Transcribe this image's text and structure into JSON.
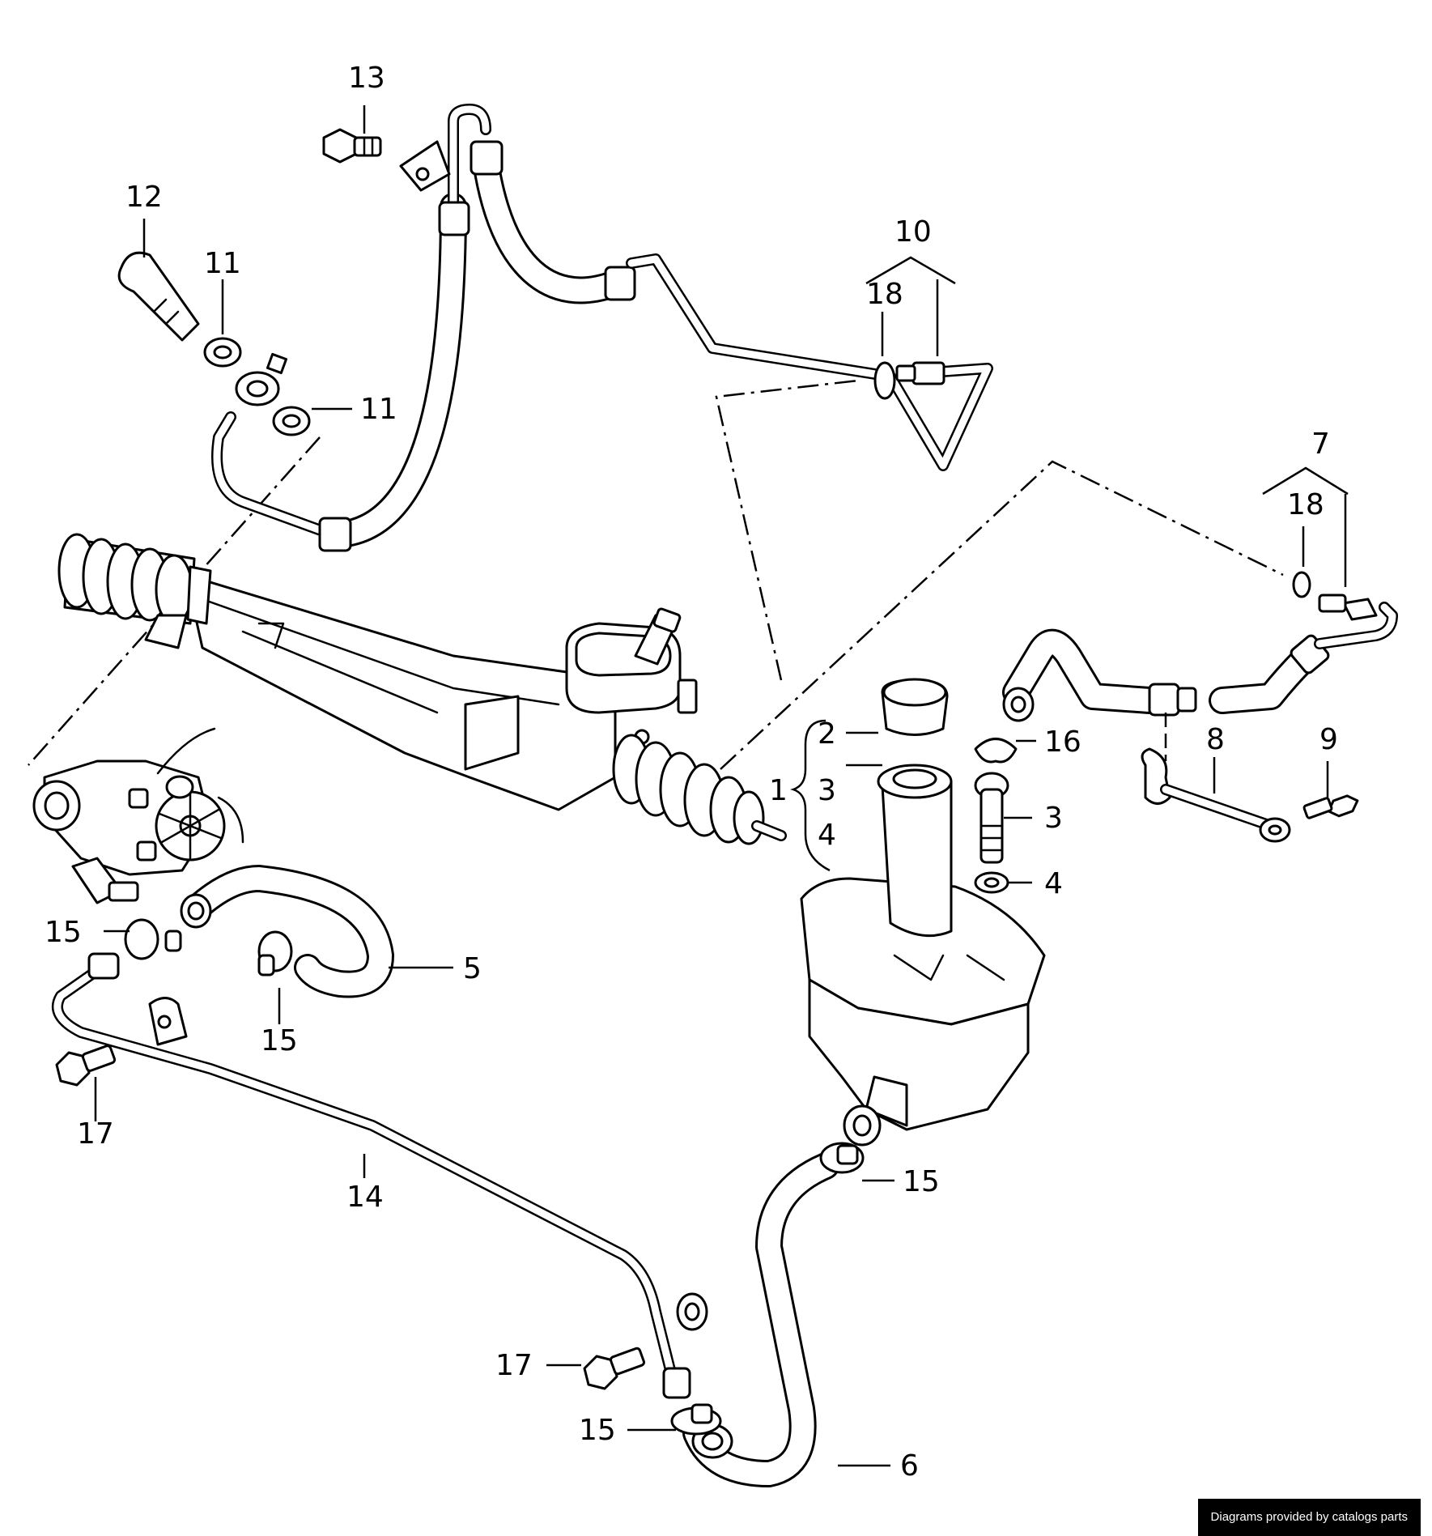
{
  "callouts": {
    "c1": "1",
    "c2": "2",
    "c3a": "3",
    "c3b": "3",
    "c4a": "4",
    "c4b": "4",
    "c5": "5",
    "c6": "6",
    "c7": "7",
    "c8": "8",
    "c9": "9",
    "c10": "10",
    "c11a": "11",
    "c11b": "11",
    "c12": "12",
    "c13": "13",
    "c14": "14",
    "c15a": "15",
    "c15b": "15",
    "c15c": "15",
    "c15d": "15",
    "c16": "16",
    "c17a": "17",
    "c17b": "17",
    "c18a": "18",
    "c18b": "18"
  },
  "credit": "Diagrams provided by catalogs parts",
  "colors": {
    "line": "#000000",
    "background": "#ffffff"
  }
}
